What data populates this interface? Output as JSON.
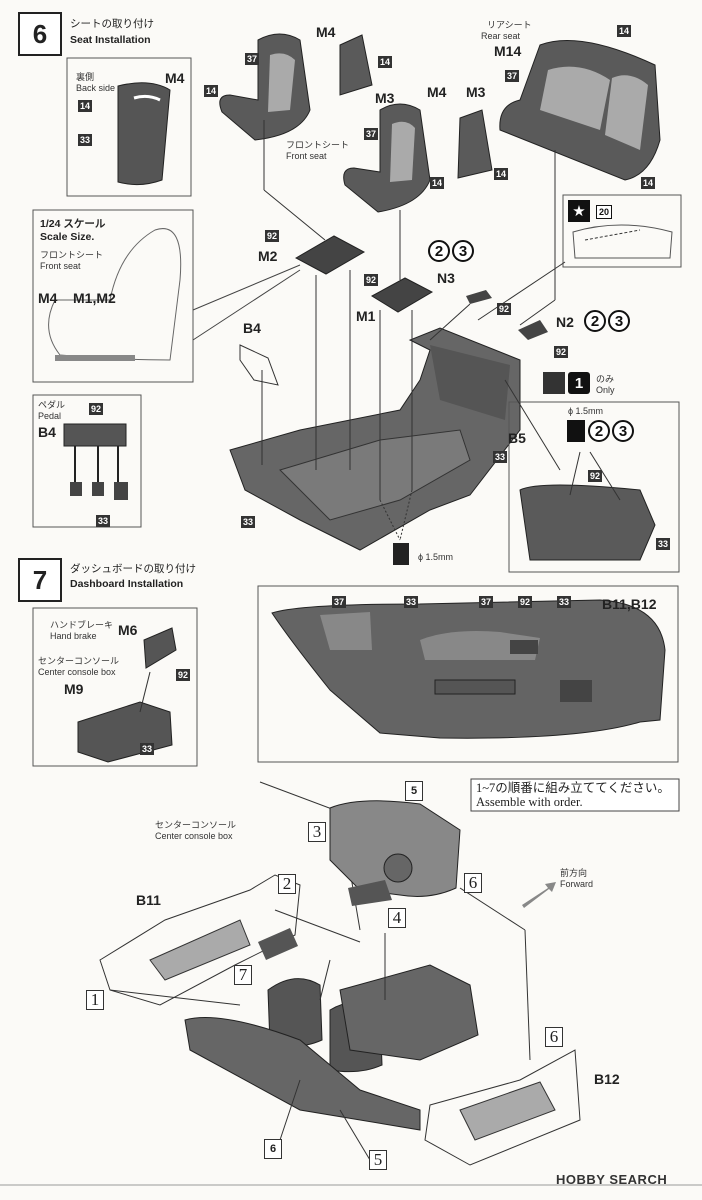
{
  "step6": {
    "number": "6",
    "title_jp": "シートの取り付け",
    "title_en": "Seat Installation",
    "back_side_jp": "裏側",
    "back_side_en": "Back side",
    "scale_jp": "1/24 スケール",
    "scale_en": "Scale Size.",
    "front_seat_jp": "フロントシート",
    "front_seat_en": "Front seat",
    "rear_seat_jp": "リアシート",
    "rear_seat_en": "Rear seat",
    "pedal_jp": "ペダル",
    "pedal_en": "Pedal",
    "only_jp": "のみ",
    "only_en": "Only",
    "phi_small": "ϕ 1.5mm",
    "phi": "ϕ 1.5mm",
    "parts": {
      "m4": "M4",
      "m3": "M3",
      "m2": "M2",
      "m1": "M1",
      "m1m2": "M1,M2",
      "m14": "M14",
      "n2": "N2",
      "n3": "N3",
      "b4": "B4",
      "b5": "B5"
    },
    "codes": {
      "c14": "14",
      "c33": "33",
      "c37": "37",
      "c92": "92",
      "c20": "20"
    },
    "options": {
      "d2": "2",
      "d3": "3",
      "d1": "1"
    }
  },
  "step7": {
    "number": "7",
    "title_jp": "ダッシュボードの取り付け",
    "title_en": "Dashboard Installation",
    "hand_brake_jp": "ハンドブレーキ",
    "hand_brake_en": "Hand brake",
    "console_jp": "センターコンソール",
    "console_en": "Center console box",
    "order_jp": "1~7の順番に組み立ててください。",
    "order_en": "Assemble with order.",
    "forward_jp": "前方向",
    "forward_en": "Forward",
    "parts": {
      "m6": "M6",
      "m9": "M9",
      "b11b12": "B11,B12",
      "b11": "B11",
      "b12": "B12"
    },
    "codes": {
      "c33": "33",
      "c37": "37",
      "c92": "92"
    },
    "order": [
      "1",
      "2",
      "3",
      "4",
      "5",
      "6",
      "7"
    ]
  },
  "watermark": "HOBBY SEARCH"
}
